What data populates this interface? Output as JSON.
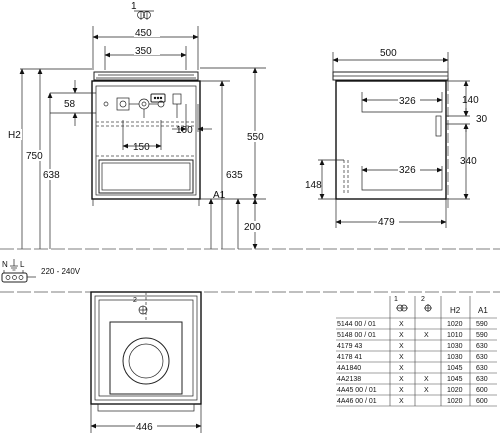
{
  "front_view": {
    "dims": {
      "outer_width": "450",
      "inner_width": "350",
      "offset_58": "58",
      "offset_100": "100",
      "offset_150": "150",
      "height_h2": "H2",
      "height_750": "750",
      "height_638": "638",
      "height_635": "635",
      "height_550": "550",
      "height_a1": "A1",
      "height_200": "200"
    },
    "detail_marker_1": "1"
  },
  "side_view": {
    "dims": {
      "depth_500": "500",
      "depth_479": "479",
      "depth_326_top": "326",
      "depth_326_bottom": "326",
      "height_140": "140",
      "height_30": "30",
      "height_340": "340",
      "height_148": "148"
    }
  },
  "electrical": {
    "terminal_n": "N",
    "voltage": "220 - 240V"
  },
  "plan_view": {
    "width_446": "446",
    "detail_marker_2": "2"
  },
  "table": {
    "headers": [
      "",
      "1",
      "2",
      "H2",
      "A1"
    ],
    "rows": [
      [
        "5144 00 / 01",
        "X",
        "",
        "1020",
        "590"
      ],
      [
        "5148 00 / 01",
        "X",
        "X",
        "1010",
        "590"
      ],
      [
        "4179 43",
        "X",
        "",
        "1030",
        "630"
      ],
      [
        "4178 41",
        "X",
        "",
        "1030",
        "630"
      ],
      [
        "4A1840",
        "X",
        "",
        "1045",
        "630"
      ],
      [
        "4A2138",
        "X",
        "X",
        "1045",
        "630"
      ],
      [
        "4A45 00 / 01",
        "X",
        "X",
        "1020",
        "600"
      ],
      [
        "4A46 00 / 01",
        "X",
        "",
        "1020",
        "600"
      ]
    ]
  }
}
